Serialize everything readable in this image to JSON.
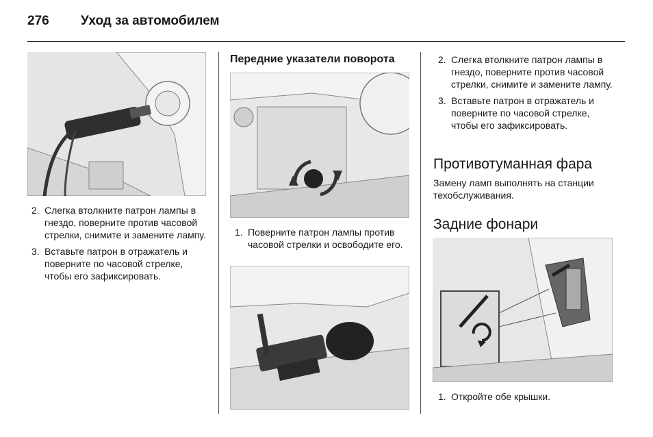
{
  "header": {
    "page_number": "276",
    "title": "Уход за автомобилем"
  },
  "col1": {
    "steps": [
      {
        "num": "2.",
        "text": "Слегка втолкните патрон лампы в гнездо, поверните против часовой стрелки, снимите и замените лампу."
      },
      {
        "num": "3.",
        "text": "Вставьте патрон в отражатель и поверните по часовой стрелке, чтобы его зафиксировать."
      }
    ]
  },
  "col2": {
    "heading": "Передние указатели поворота",
    "steps": [
      {
        "num": "1.",
        "text": "Поверните патрон лампы против часовой стрелки и освободите его."
      }
    ]
  },
  "col3": {
    "steps": [
      {
        "num": "2.",
        "text": "Слегка втолкните патрон лампы в гнездо, поверните против часовой стрелки, снимите и замените лампу."
      },
      {
        "num": "3.",
        "text": "Вставьте патрон в отражатель и поверните по часовой стрелке, чтобы его зафиксировать."
      }
    ],
    "fog_heading": "Противотуманная фара",
    "fog_text": "Замену ламп выполнять на станции техобслуживания.",
    "rear_heading": "Задние фонари",
    "rear_steps": [
      {
        "num": "1.",
        "text": "Откройте обе крышки."
      }
    ]
  }
}
